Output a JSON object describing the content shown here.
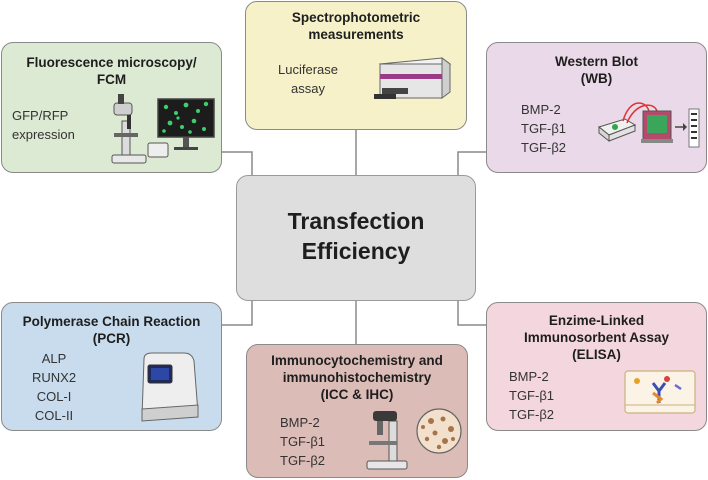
{
  "center": {
    "title_line1": "Transfection",
    "title_line2": "Efficiency"
  },
  "boxes": {
    "fluorescence": {
      "title_line1": "Fluorescence microscopy/",
      "title_line2": "FCM",
      "items": [
        "GFP/RFP",
        "expression"
      ]
    },
    "spectrophotometric": {
      "title_line1": "Spectrophotometric",
      "title_line2": "measurements",
      "items": [
        "Luciferase",
        "assay"
      ]
    },
    "western_blot": {
      "title_line1": "Western Blot",
      "title_line2": "(WB)",
      "items": [
        "BMP-2",
        "TGF-β1",
        "TGF-β2"
      ]
    },
    "pcr": {
      "title_line1": "Polymerase Chain Reaction",
      "title_line2": "(PCR)",
      "items": [
        "ALP",
        "RUNX2",
        "COL-I",
        "COL-II"
      ]
    },
    "icc": {
      "title_line1": "Immunocytochemistry and",
      "title_line2": "immunohistochemistry",
      "title_line3": "(ICC & IHC)",
      "items": [
        "BMP-2",
        "TGF-β1",
        "TGF-β2"
      ]
    },
    "elisa": {
      "title_line1": "Enzime-Linked",
      "title_line2": "Immunosorbent Assay",
      "title_line3": "(ELISA)",
      "items": [
        "BMP-2",
        "TGF-β1",
        "TGF-β2"
      ]
    }
  },
  "colors": {
    "center": "#dedede",
    "fluorescence": "#dce9d3",
    "spectrophotometric": "#f6f1c9",
    "western_blot": "#ead9e8",
    "pcr": "#c9dced",
    "icc": "#dcbcb7",
    "elisa": "#f4d6df",
    "connector": "#8a8a8a"
  },
  "icons": {
    "fluorescence": "microscope-monitor-icon",
    "spectrophotometric": "plate-reader-icon",
    "western_blot": "blot-apparatus-icon",
    "pcr": "pcr-machine-icon",
    "icc": "microscope-tissue-icon",
    "elisa": "elisa-plate-icon"
  }
}
